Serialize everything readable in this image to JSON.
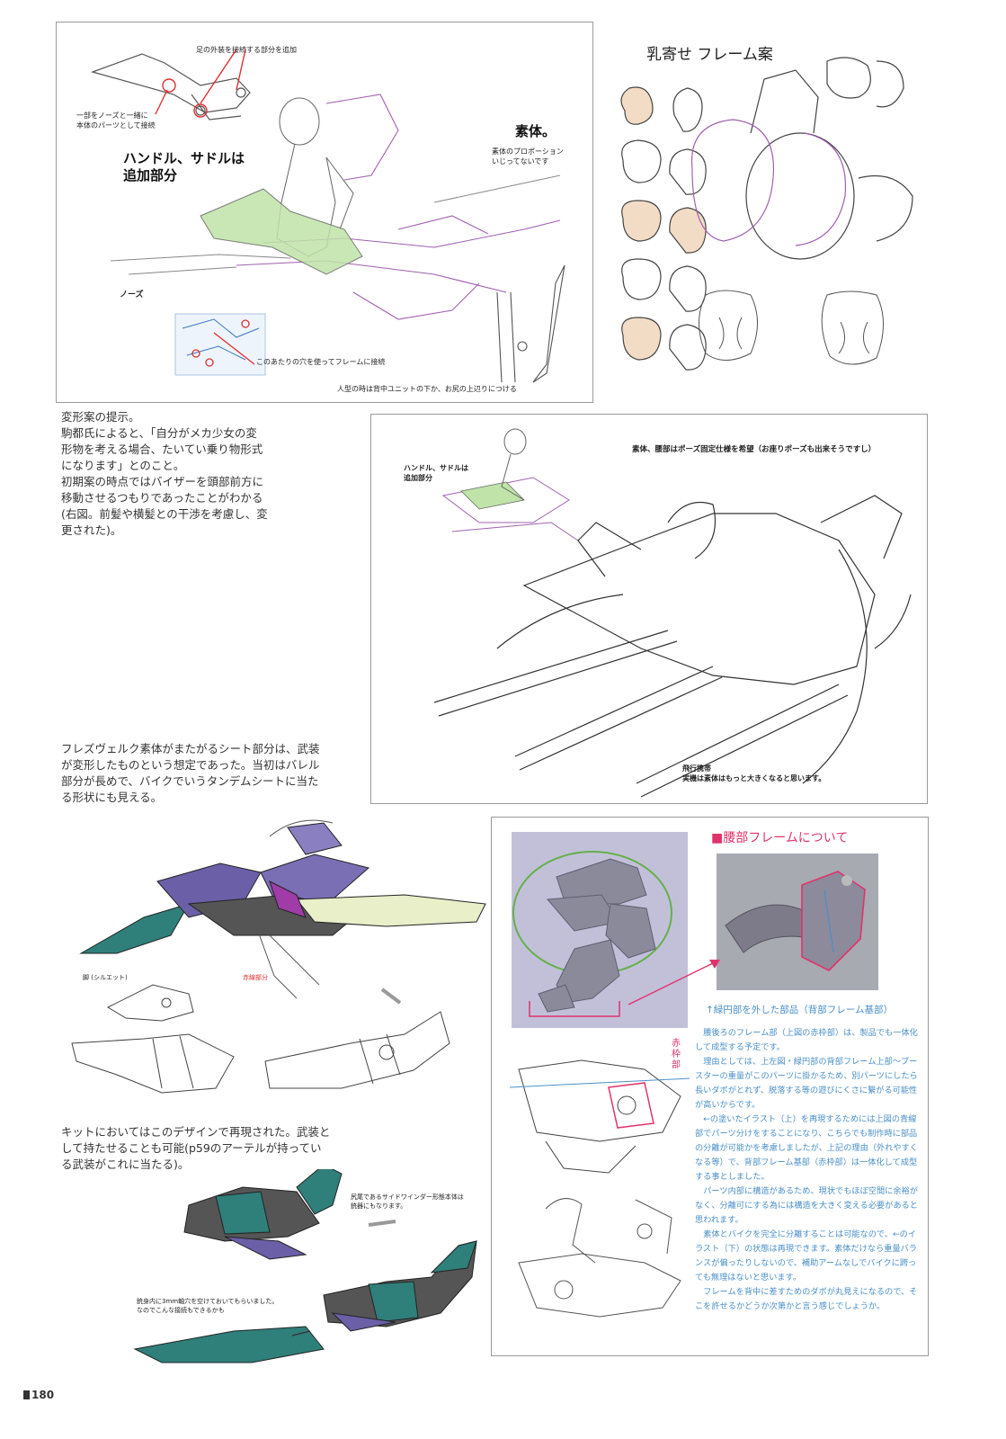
{
  "sketch1": {
    "note_leg_armor": "足の外装を接続する部分を追加",
    "note_nose_part": "一部をノーズと一緒に\n本体のパーツとして接続",
    "label_handle": "ハンドル、サドルは\n追加部分",
    "label_sotai": "素体。",
    "note_sotai": "素体のプロポーション\nいじってないです",
    "label_nose": "ノーズ",
    "note_holes": "このあたりの穴を使ってフレームに接続",
    "note_backpack": "人型の時は背中ユニットの下か、お尻の上辺りにつける"
  },
  "chest_sketch": {
    "title": "乳寄せ フレーム案"
  },
  "text_transform": "変形案の提示。\n駒都氏によると、「自分がメカ少女の変形物を考える場合、たいてい乗り物形式になります」とのこと。\n初期案の時点ではバイザーを頭部前方に移動させるつもりであったことがわかる(右図。前髪や横髪との干渉を考慮し、変更された)。",
  "sketch2": {
    "note_top": "素体、腰部はポーズ固定仕様を希望（お座りポーズも出来そうですし）",
    "note_handle": "ハンドル、サドルは\n追加部分",
    "note_bottom": "飛行携帯\n実機は素体はもっと大きくなると思います。"
  },
  "text_seat": "フレズヴェルク素体がまたがるシート部分は、武装が変形したものという想定であった。当初はバレル部分が長めで、バイクでいうタンデムシートに当たる形状にも見える。",
  "sketch3": {
    "note_side": "脚 (シルエット)",
    "note_red": "赤線部分"
  },
  "text_kit": "キットにおいてはこのデザインで再現された。武装として持たせることも可能(p59のアーテルが持っている武装がこれに当たる)。",
  "sketch4": {
    "note_tail": "尻尾であるサイドワインダー形態本体は\n銃器にもなります。",
    "note_hole": "銃身内に3mm軸穴を空けておいてもらいました。\nなのでこんな接続もできるかも"
  },
  "waist_box": {
    "heading": "■腰部フレームについて",
    "caption": "↑緑円部を外した部品（背部フレーム基部）",
    "margin_label": "赤枠部",
    "paragraphs": [
      "腰後ろのフレーム部（上図の赤枠部）は、製品でも一体化して成型する予定です。",
      "理由としては、上左図・緑円部の背部フレーム上部〜ブースターの重量がこのパーツに掛かるため、別パーツにしたら長いダボがとれず、脱落する等の遊びにくさに繋がる可能性が高いからです。",
      "←の塗いたイラスト（上）を再現するためには上図の青線部でパーツ分けをすることになり、こちらでも制作時に部品の分離が可能かを考慮しましたが、上記の理由（外れやすくなる等）で、背部フレーム基部（赤枠部）は一体化して成型する事としました。",
      "パーツ内部に構造があるため、現状でもほぼ空間に余裕がなく、分離可にする為には構造を大きく変える必要があると思われます。",
      "素体とバイクを完全に分離することは可能なので、←のイラスト（下）の状態は再現できます。素体だけなら重量バランスが偏ったりしないので、補助アームなしでバイクに跨っても無理はないと思います。",
      "フレームを背中に差すためのダボが丸見えになるので、そこを許せるかどうか次第かと言う感じでしょうか。"
    ]
  },
  "page_number": "180",
  "colors": {
    "accent_red": "#e0336a",
    "blue_text": "#4a8fc7",
    "teal": "#2f7f7a",
    "purple": "#6b5fa8"
  }
}
